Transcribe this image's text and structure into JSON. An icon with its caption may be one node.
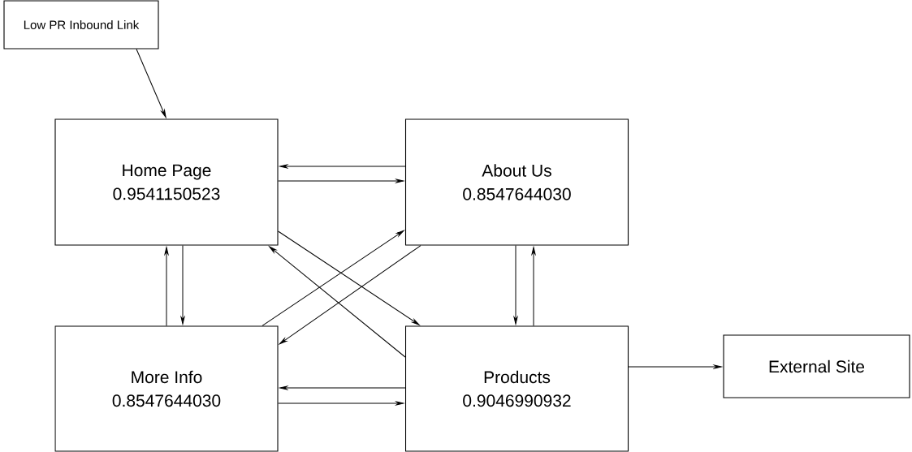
{
  "diagram": {
    "nodes": [
      {
        "text": [
          "Low PR Inbound Link"
        ]
      },
      {
        "text": [
          "Home Page",
          "0.9541150523"
        ]
      },
      {
        "text": [
          "About Us",
          "0.8547644030"
        ]
      },
      {
        "text": [
          "More Info",
          "0.8547644030"
        ]
      },
      {
        "text": [
          "Products",
          "0.9046990932"
        ]
      },
      {
        "text": [
          "External Site"
        ]
      }
    ],
    "edges": [
      {
        "from": 0,
        "to": 1,
        "arrow": "to"
      },
      {
        "from": 2,
        "to": 1,
        "arrow": "to"
      },
      {
        "from": 1,
        "to": 2,
        "arrow": "to"
      },
      {
        "from": 1,
        "to": 3,
        "arrow": "to"
      },
      {
        "from": 3,
        "to": 1,
        "arrow": "to"
      },
      {
        "from": 2,
        "to": 4,
        "arrow": "to"
      },
      {
        "from": 4,
        "to": 2,
        "arrow": "to"
      },
      {
        "from": 1,
        "to": 4,
        "arrow": "to"
      },
      {
        "from": 4,
        "to": 1,
        "arrow": "to"
      },
      {
        "from": 3,
        "to": 2,
        "arrow": "to"
      },
      {
        "from": 2,
        "to": 3,
        "arrow": "to"
      },
      {
        "from": 4,
        "to": 3,
        "arrow": "to"
      },
      {
        "from": 3,
        "to": 4,
        "arrow": "to"
      },
      {
        "from": 4,
        "to": 5,
        "arrow": "to"
      }
    ]
  }
}
